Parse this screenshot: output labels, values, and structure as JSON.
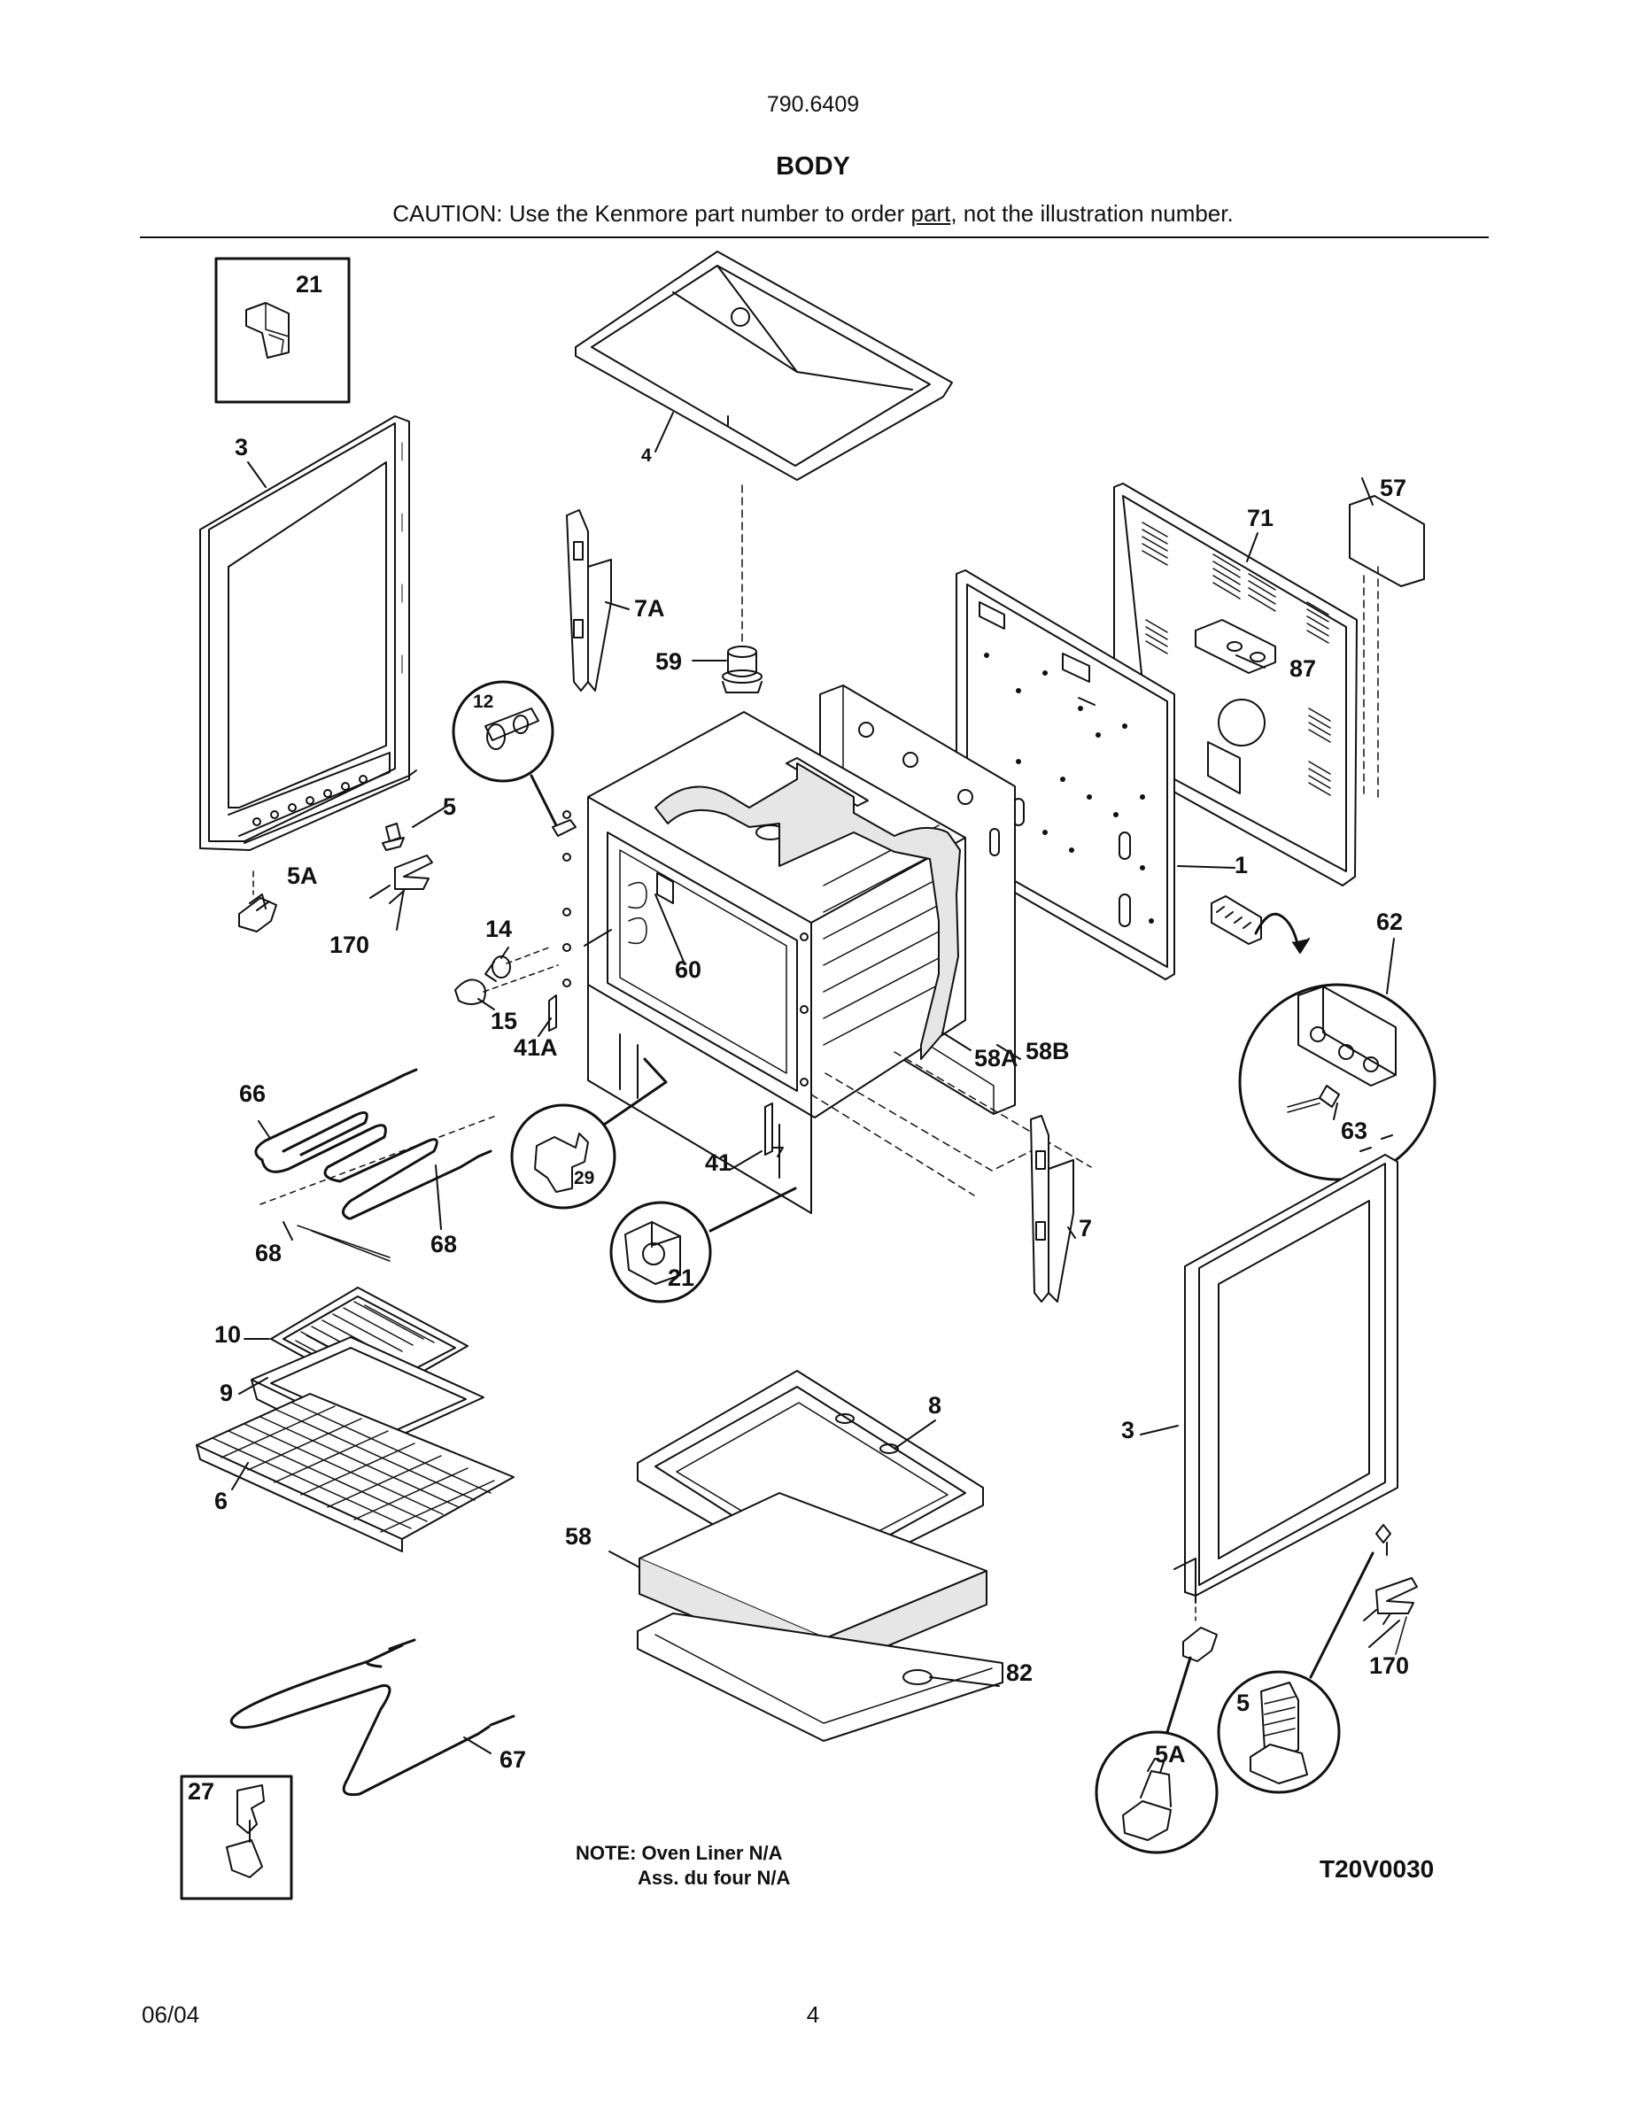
{
  "header": {
    "model": "790.6409",
    "title": "BODY",
    "caution_before": "CAUTION: Use the Kenmore part number to order ",
    "caution_link": "part",
    "caution_after": ", not the illustration number."
  },
  "callouts": {
    "c21a": "21",
    "c3a": "3",
    "c4": "4",
    "c57": "57",
    "c71": "71",
    "c7A": "7A",
    "c59": "59",
    "c87": "87",
    "c12": "12",
    "c5a": "5",
    "c5Aa": "5A",
    "c170a": "170",
    "c14": "14",
    "c60": "60",
    "c1": "1",
    "c62": "62",
    "c15": "15",
    "c41A": "41A",
    "c58A": "58A",
    "c58B": "58B",
    "c66": "66",
    "c63": "63",
    "c29": "29",
    "c41": "41",
    "c21b": "21",
    "c7": "7",
    "c68a": "68",
    "c68b": "68",
    "c10": "10",
    "c9": "9",
    "c8": "8",
    "c3b": "3",
    "c6": "6",
    "c58": "58",
    "c82": "82",
    "c170b": "170",
    "c5b": "5",
    "c5Ab": "5A",
    "c67": "67",
    "c27": "27"
  },
  "notes": {
    "line1": "NOTE: Oven Liner N/A",
    "line2": "Ass. du four N/A",
    "figure_code": "T20V0030"
  },
  "footer": {
    "date": "06/04",
    "page": "4"
  }
}
